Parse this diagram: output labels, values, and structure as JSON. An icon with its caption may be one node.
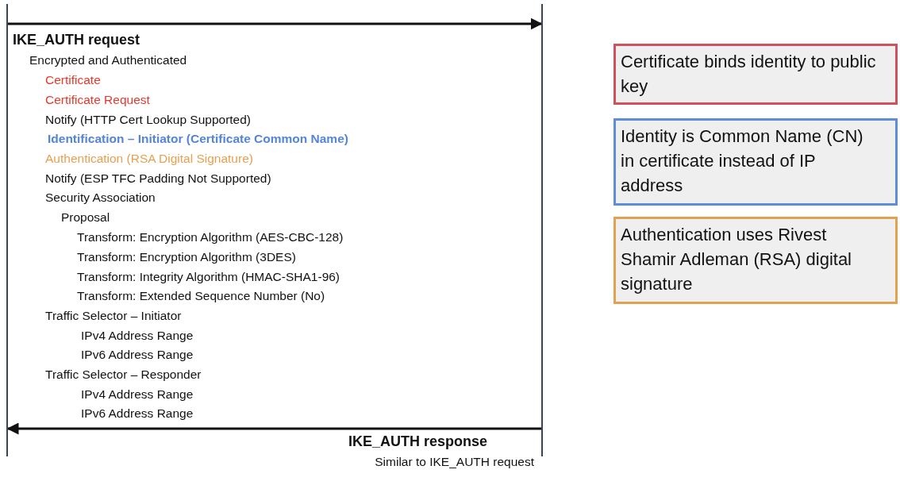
{
  "diagram": {
    "nodes": [
      {
        "text": [],
        "shape": "bar"
      },
      {
        "text": [],
        "shape": "bar"
      },
      {
        "text": [
          "Certificate binds identity to public key"
        ]
      },
      {
        "text": [
          "Identity is Common Name (CN) in certificate instead of IP address"
        ]
      },
      {
        "text": [
          "Authentication uses Rivest Shamir Adleman (RSA) digital signature"
        ]
      }
    ],
    "edges": [
      {
        "from": 0,
        "to": 1,
        "arrow": "to"
      },
      {
        "from": 1,
        "to": 0,
        "arrow": "to"
      }
    ],
    "labels": [
      "IKE_AUTH request",
      "Encrypted and Authenticated",
      "Certificate",
      "Certificate Request",
      "Notify (HTTP Cert Lookup Supported)",
      "Identification – Initiator (Certificate Common Name)",
      "Authentication (RSA Digital Signature)",
      "Notify (ESP TFC Padding Not Supported)",
      "Security Association",
      "Proposal",
      "Transform: Encryption Algorithm (AES-CBC-128)",
      "Transform: Encryption Algorithm (3DES)",
      "Transform: Integrity Algorithm (HMAC-SHA1-96)",
      "Transform: Extended Sequence Number (No)",
      "Traffic Selector – Initiator",
      "IPv4 Address Range",
      "IPv6 Address Range",
      "Traffic Selector – Responder",
      "IPv4 Address Range",
      "IPv6 Address Range",
      "IKE_AUTH response",
      "Similar to IKE_AUTH request"
    ]
  }
}
